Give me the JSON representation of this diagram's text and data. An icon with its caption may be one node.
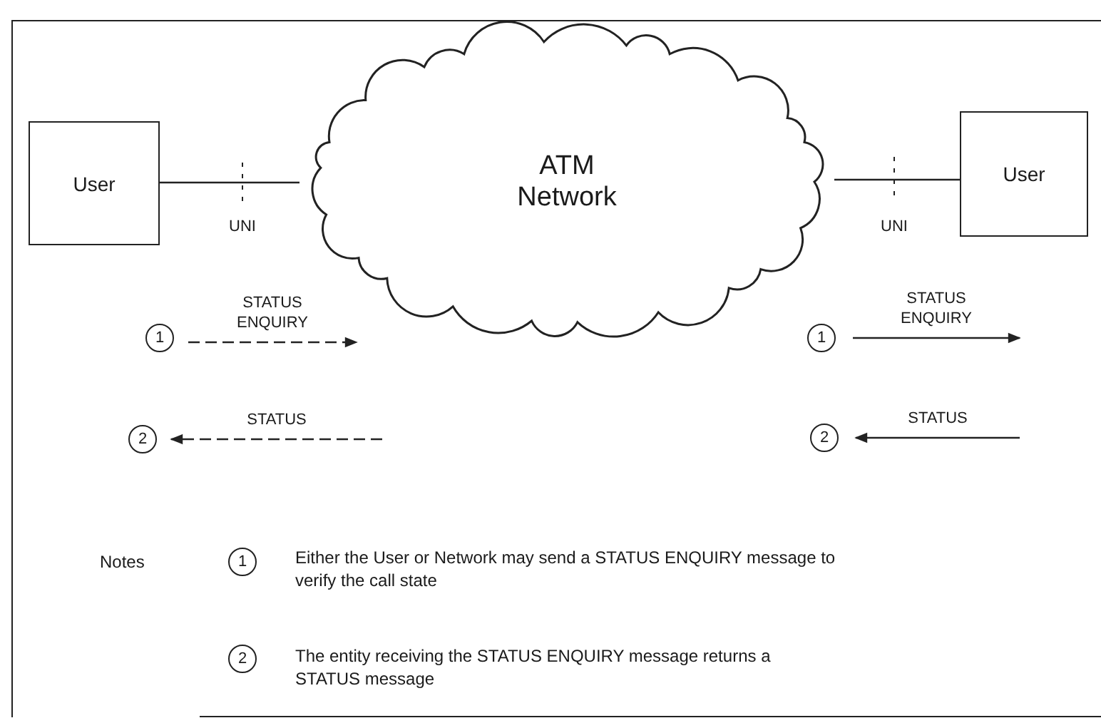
{
  "diagram": {
    "nodes": [
      {
        "text": [
          "User"
        ]
      },
      {
        "text": [
          "ATM Network"
        ]
      },
      {
        "text": [
          "User"
        ]
      },
      {
        "text": [
          "1"
        ]
      },
      {
        "text": [
          "2"
        ]
      },
      {
        "text": [
          "1"
        ]
      },
      {
        "text": [
          "2"
        ]
      },
      {
        "text": [
          "1"
        ]
      },
      {
        "text": [
          "2"
        ]
      }
    ],
    "edges": [
      {
        "from": 0,
        "to": 1,
        "arrow": "none"
      },
      {
        "from": 1,
        "to": 2,
        "arrow": "none"
      },
      {
        "from": 3,
        "to": null,
        "arrow": "to",
        "label": "STATUS ENQUIRY",
        "style": "dashed"
      },
      {
        "from": null,
        "to": 4,
        "arrow": "to",
        "label": "STATUS",
        "style": "dashed"
      },
      {
        "from": 5,
        "to": null,
        "arrow": "to",
        "label": "STATUS ENQUIRY"
      },
      {
        "from": null,
        "to": 6,
        "arrow": "to",
        "label": "STATUS"
      }
    ],
    "labels": [
      "UNI",
      "UNI",
      "Notes",
      "Either the User or Network may send a STATUS ENQUIRY message to verify the call state",
      "The entity receiving the STATUS ENQUIRY message returns a STATUS message"
    ]
  }
}
